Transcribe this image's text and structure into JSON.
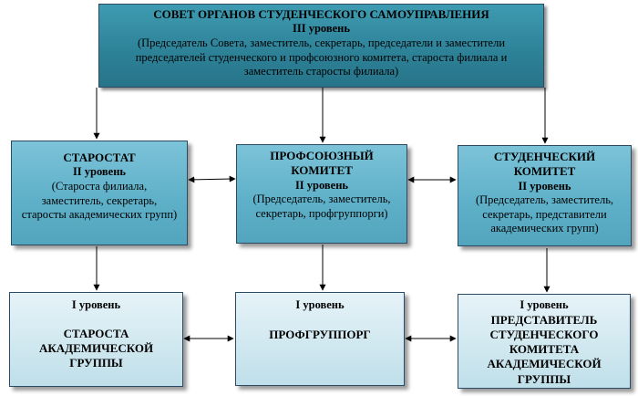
{
  "council": {
    "title": "СОВЕТ ОРГАНОВ СТУДЕНЧЕСКОГО САМОУПРАВЛЕНИЯ",
    "level": "III уровень",
    "members_line1": "(Председатель Совета, заместитель, секретарь, председатели и заместители",
    "members_line2": "председателей студенческого и профсоюзного комитета, староста филиала и",
    "members_line3": "заместитель старосты филиала)"
  },
  "starostat": {
    "title": "СТАРОСТАТ",
    "level": "II уровень",
    "members_line1": "(Староста филиала,",
    "members_line2": "заместитель, секретарь,",
    "members_line3": "старосты академических групп)"
  },
  "union": {
    "title_line1": "ПРОФСОЮЗНЫЙ",
    "title_line2": "КОМИТЕТ",
    "level": "II уровень",
    "members_line1": "(Председатель, заместитель,",
    "members_line2": "секретарь, профгруппорги)"
  },
  "student_committee": {
    "title_line1": "СТУДЕНЧЕСКИЙ",
    "title_line2": "КОМИТЕТ",
    "level": "II уровень",
    "members_line1": "(Председатель, заместитель,",
    "members_line2": "секретарь, представители",
    "members_line3": "академических групп)"
  },
  "group_head": {
    "level": "I уровень",
    "title_line1": "СТАРОСТА",
    "title_line2": "АКАДЕМИЧЕСКОЙ",
    "title_line3": "ГРУППЫ"
  },
  "group_organizer": {
    "level": "I уровень",
    "title": "ПРОФГРУППОРГ"
  },
  "committee_rep": {
    "level": "I уровень",
    "title_line1": "ПРЕДСТАВИТЕЛЬ",
    "title_line2": "СТУДЕНЧЕСКОГО",
    "title_line3": "КОМИТЕТА",
    "title_line4": "АКАДЕМИЧЕСКОЙ",
    "title_line5": "ГРУППЫ"
  },
  "colors": {
    "top_fill": "#2d8197",
    "mid_fill": "#5fb1c9",
    "low_fill": "#cfe7ef",
    "connector": "#000000"
  }
}
